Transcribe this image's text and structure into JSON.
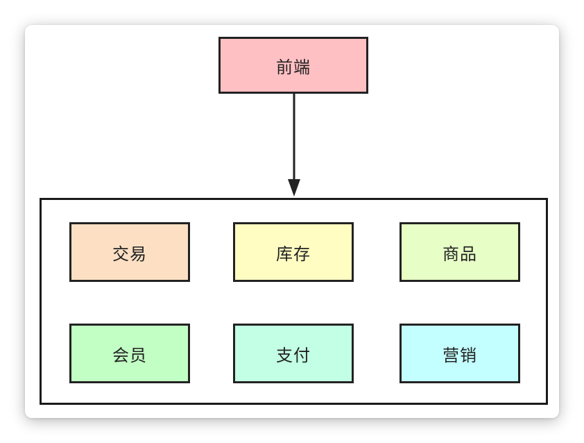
{
  "diagram": {
    "frontend": {
      "label": "前端",
      "color": "#ffc0c3"
    },
    "services": [
      {
        "label": "交易",
        "color": "#fde0c4"
      },
      {
        "label": "库存",
        "color": "#fffdc2"
      },
      {
        "label": "商品",
        "color": "#e7ffc6"
      },
      {
        "label": "会员",
        "color": "#c2ffc4"
      },
      {
        "label": "支付",
        "color": "#c2ffe4"
      },
      {
        "label": "营销",
        "color": "#c4ffff"
      }
    ],
    "edge_color": "#222222"
  }
}
